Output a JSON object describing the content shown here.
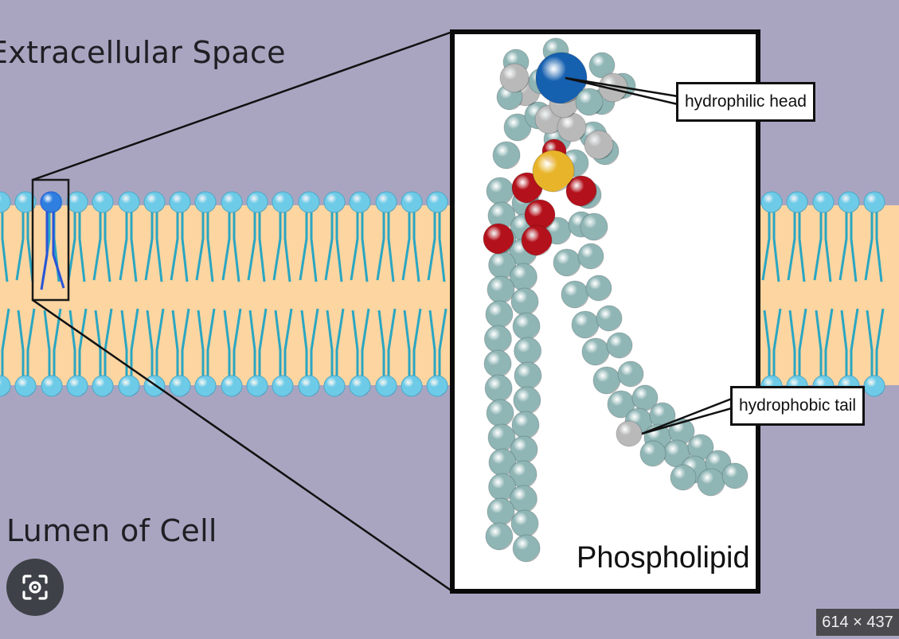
{
  "labels": {
    "extracellular": "Extracellular Space",
    "lumen": "Lumen of Cell",
    "zoom_title": "Phospholipid",
    "hydrophilic_head": "hydrophilic head",
    "hydrophobic_tail": "hydrophobic tail"
  },
  "overlay": {
    "image_size": "614 × 437",
    "lens_icon": "camera-search-icon"
  },
  "colors": {
    "background": "#a9a5c1",
    "membrane_core": "#fdd5a0",
    "lipid_head": "#6ecbe8",
    "lipid_tail": "#2aa6c2",
    "highlight": "#2a54d8",
    "atom_teal": "#8fb5b5",
    "atom_grey": "#b9b9b9",
    "atom_nitrogen": "#1660b0",
    "atom_phosphorus": "#e8b52a",
    "atom_oxygen": "#b3111b"
  }
}
